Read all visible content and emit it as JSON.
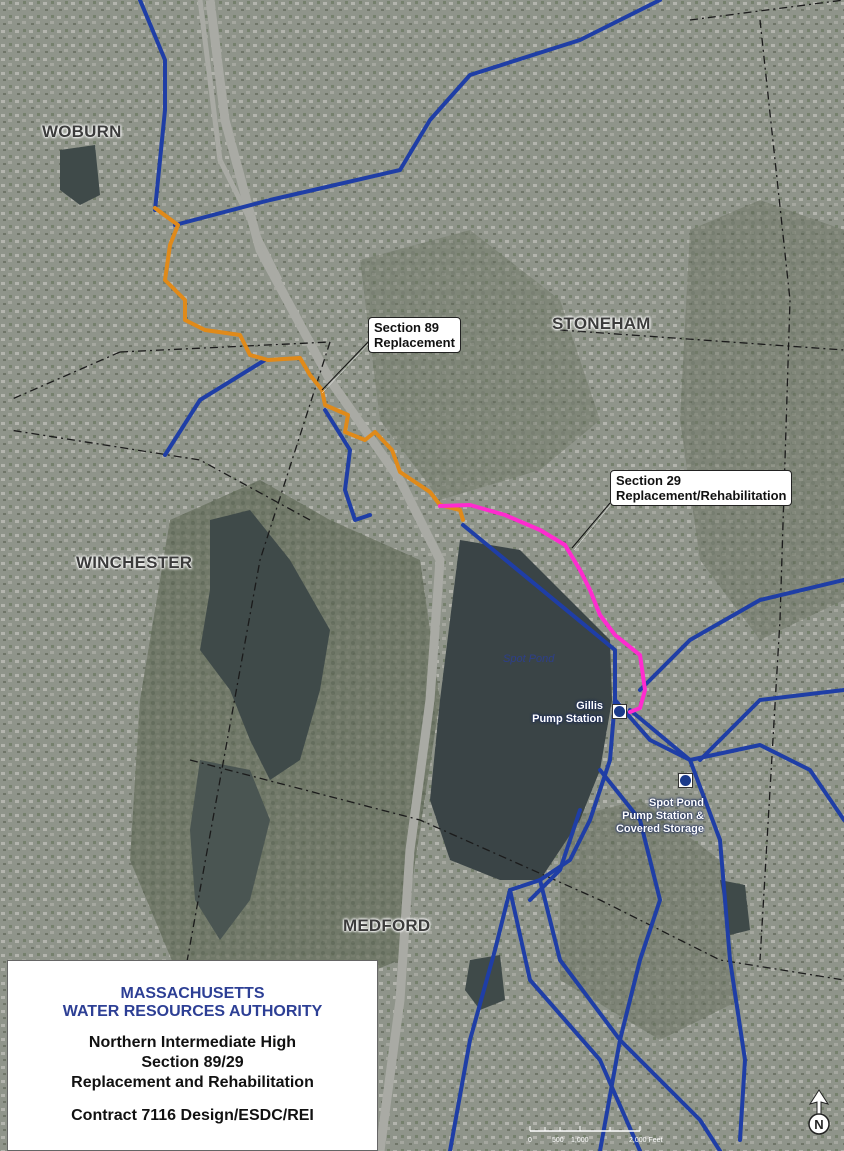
{
  "towns": {
    "woburn": "WOBURN",
    "stoneham": "STONEHAM",
    "winchester": "WINCHESTER",
    "medford": "MEDFORD"
  },
  "callouts": {
    "section89": "Section 89\nReplacement",
    "section29": "Section 29\nReplacement/Rehabilitation"
  },
  "water": {
    "spot_pond": "Spot Pond"
  },
  "facilities": {
    "gillis": "Gillis\nPump Station",
    "spot_pond_ps": "Spot Pond\nPump Station &\nCovered Storage"
  },
  "title_box": {
    "org_line1": "MASSACHUSETTS",
    "org_line2": "WATER RESOURCES AUTHORITY",
    "project_line1": "Northern Intermediate High",
    "project_line2": "Section 89/29",
    "project_line3": "Replacement and Rehabilitation",
    "contract": "Contract 7116 Design/ESDC/REI"
  },
  "scale_bar": {
    "labels": [
      "0",
      "500",
      "1,000",
      "2,000 Feet"
    ]
  },
  "north_arrow": {
    "label": "N"
  },
  "colors": {
    "existing_pipeline": "#1f3ea6",
    "section89_route": "#e08a1a",
    "section29_route": "#ff2bcf",
    "title_blue": "#2d3f95"
  }
}
